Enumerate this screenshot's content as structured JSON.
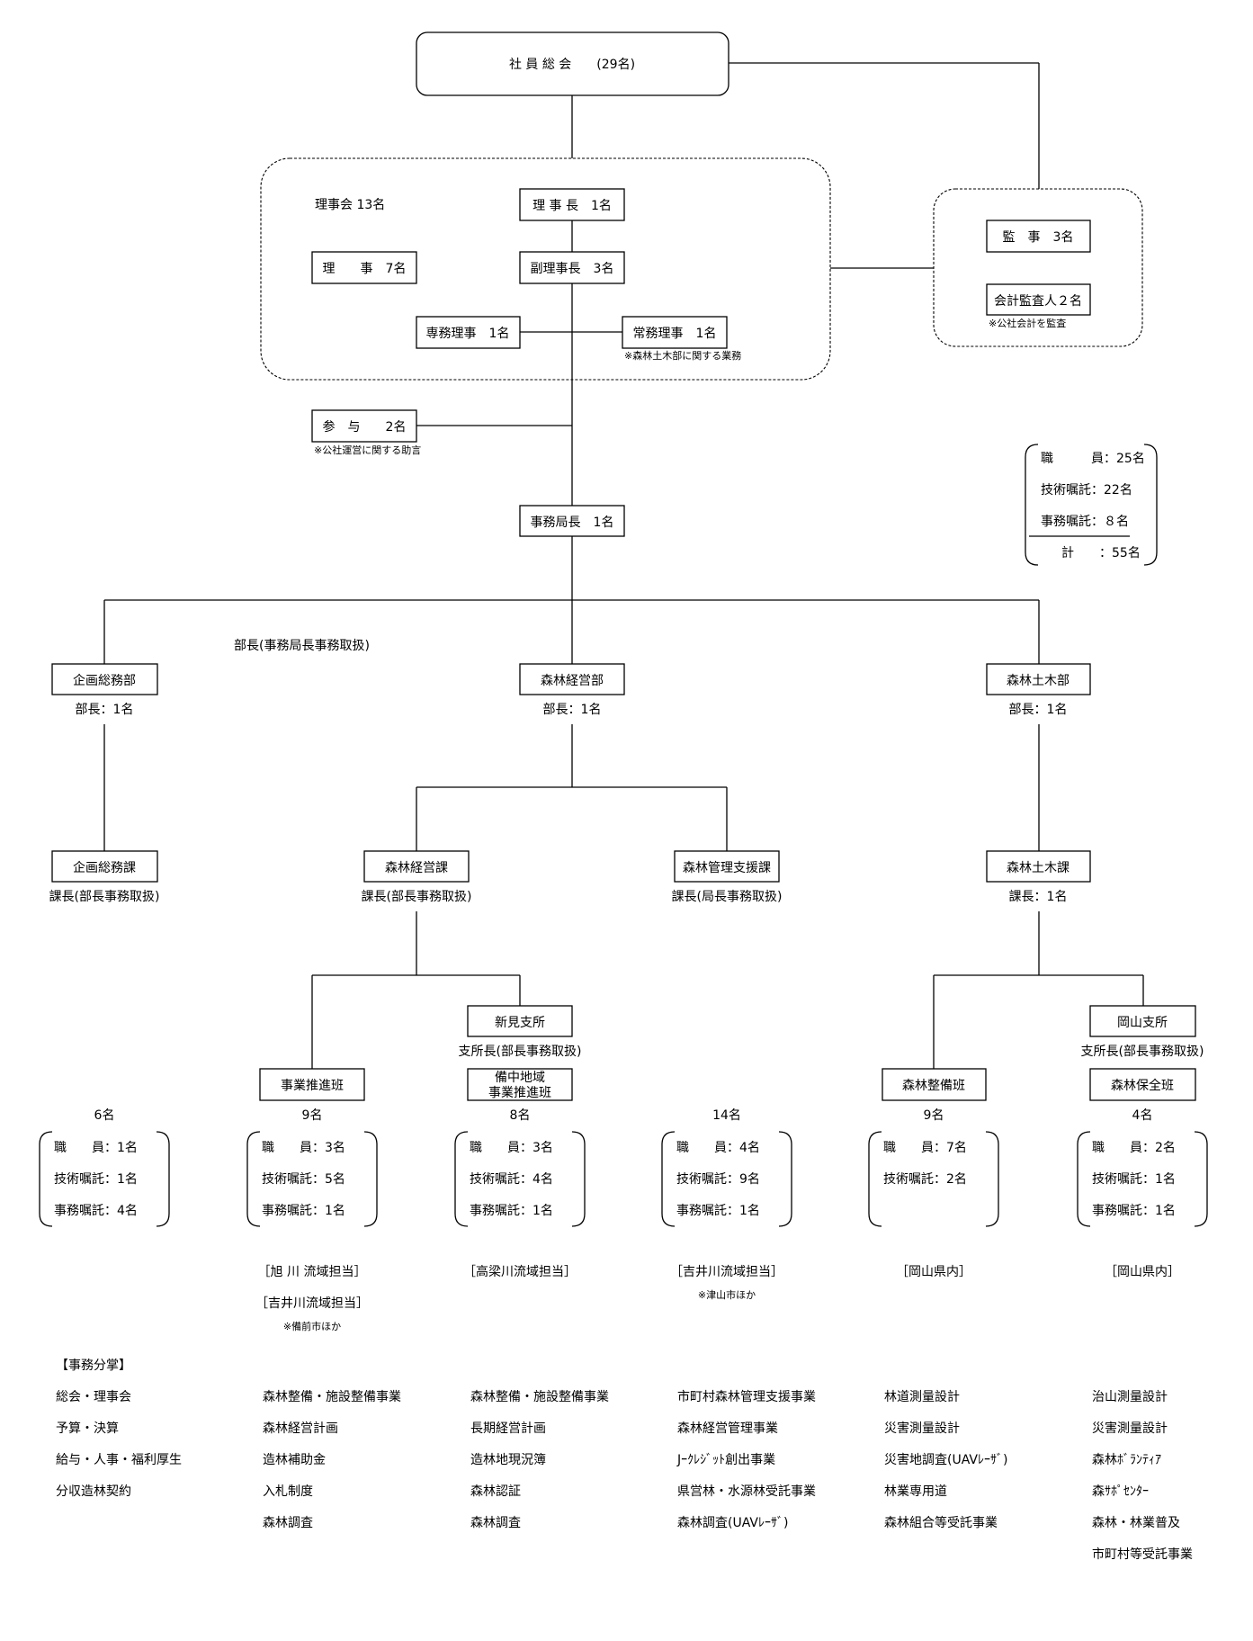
{
  "top": {
    "assembly": "社 員 総 会　　(29名)"
  },
  "board": {
    "title": "理事会 13名",
    "chairman": "理 事 長　1名",
    "directors": "理　　事　7名",
    "vice_chairman": "副理事長　3名",
    "executive_director": "専務理事　1名",
    "standing_director": "常務理事　1名",
    "standing_director_note": "※森林土木部に関する業務"
  },
  "audit": {
    "auditors": "監　事　3名",
    "accounting_auditor": "会計監査人２名",
    "accounting_auditor_note": "※公社会計を監査"
  },
  "advisor": {
    "label": "参　与　　2名",
    "note": "※公社運営に関する助言"
  },
  "summary": {
    "rows": [
      "職　　　員：25名",
      "技術嘱託：22名",
      "事務嘱託：８名"
    ],
    "total": "計　　：55名"
  },
  "secretariat": {
    "label": "事務局長　1名"
  },
  "dept_note": "部長(事務局長事務取扱)",
  "departments": {
    "planning": {
      "name": "企画総務部",
      "head": "部長：1名"
    },
    "forest_mgmt": {
      "name": "森林経営部",
      "head": "部長：1名"
    },
    "forest_eng": {
      "name": "森林土木部",
      "head": "部長：1名"
    }
  },
  "sections": {
    "planning": {
      "name": "企画総務課",
      "head": "課長(部長事務取扱)"
    },
    "forest_mgmt": {
      "name": "森林経営課",
      "head": "課長(部長事務取扱)"
    },
    "forest_support": {
      "name": "森林管理支援課",
      "head": "課長(局長事務取扱)"
    },
    "forest_eng": {
      "name": "森林土木課",
      "head": "課長：1名"
    }
  },
  "branches": {
    "niimi": {
      "name": "新見支所",
      "head": "支所長(部長事務取扱)"
    },
    "okayama": {
      "name": "岡山支所",
      "head": "支所長(部長事務取扱)"
    }
  },
  "teams": {
    "promotion": "事業推進班",
    "bitchu_line1": "備中地域",
    "bitchu_line2": "事業推進班",
    "maintenance": "森林整備班",
    "conservation": "森林保全班"
  },
  "staff": [
    {
      "total": "6名",
      "rows": [
        "職　　員：1名",
        "技術嘱託：1名",
        "事務嘱託：4名"
      ]
    },
    {
      "total": "9名",
      "rows": [
        "職　　員：3名",
        "技術嘱託：5名",
        "事務嘱託：1名"
      ]
    },
    {
      "total": "8名",
      "rows": [
        "職　　員：3名",
        "技術嘱託：4名",
        "事務嘱託：1名"
      ]
    },
    {
      "total": "14名",
      "rows": [
        "職　　員：4名",
        "技術嘱託：9名",
        "事務嘱託：1名"
      ]
    },
    {
      "total": "9名",
      "rows": [
        "職　　員：7名",
        "技術嘱託：2名"
      ]
    },
    {
      "total": "4名",
      "rows": [
        "職　　員：2名",
        "技術嘱託：1名",
        "事務嘱託：1名"
      ]
    }
  ],
  "areas": {
    "promotion_1": "［旭 川 流域担当］",
    "promotion_2": "［吉井川流域担当］",
    "promotion_note": "※備前市ほか",
    "bitchu": "［高梁川流域担当］",
    "support": "［吉井川流域担当］",
    "support_note": "※津山市ほか",
    "maintenance": "［岡山県内］",
    "conservation": "［岡山県内］"
  },
  "duties": {
    "title": "【事務分掌】",
    "columns": [
      [
        "総会・理事会",
        "予算・決算",
        "給与・人事・福利厚生",
        "分収造林契約"
      ],
      [
        "森林整備・施設整備事業",
        "森林経営計画",
        "造林補助金",
        "入札制度",
        "森林調査"
      ],
      [
        "森林整備・施設整備事業",
        "長期経営計画",
        "造林地現況簿",
        "森林認証",
        "森林調査"
      ],
      [
        "市町村森林管理支援事業",
        "森林経営管理事業",
        "Jｰｸﾚｼﾞｯﾄ創出事業",
        "県営林・水源林受託事業",
        "森林調査(UAVﾚｰｻﾞ)"
      ],
      [
        "林道測量設計",
        "災害測量設計",
        "災害地調査(UAVﾚｰｻﾞ)",
        "林業専用道",
        "森林組合等受託事業"
      ],
      [
        "治山測量設計",
        "災害測量設計",
        "森林ﾎﾞﾗﾝﾃｨｱ",
        "森ｻﾎﾟｾﾝﾀｰ",
        "森林・林業普及",
        "市町村等受託事業"
      ]
    ]
  }
}
